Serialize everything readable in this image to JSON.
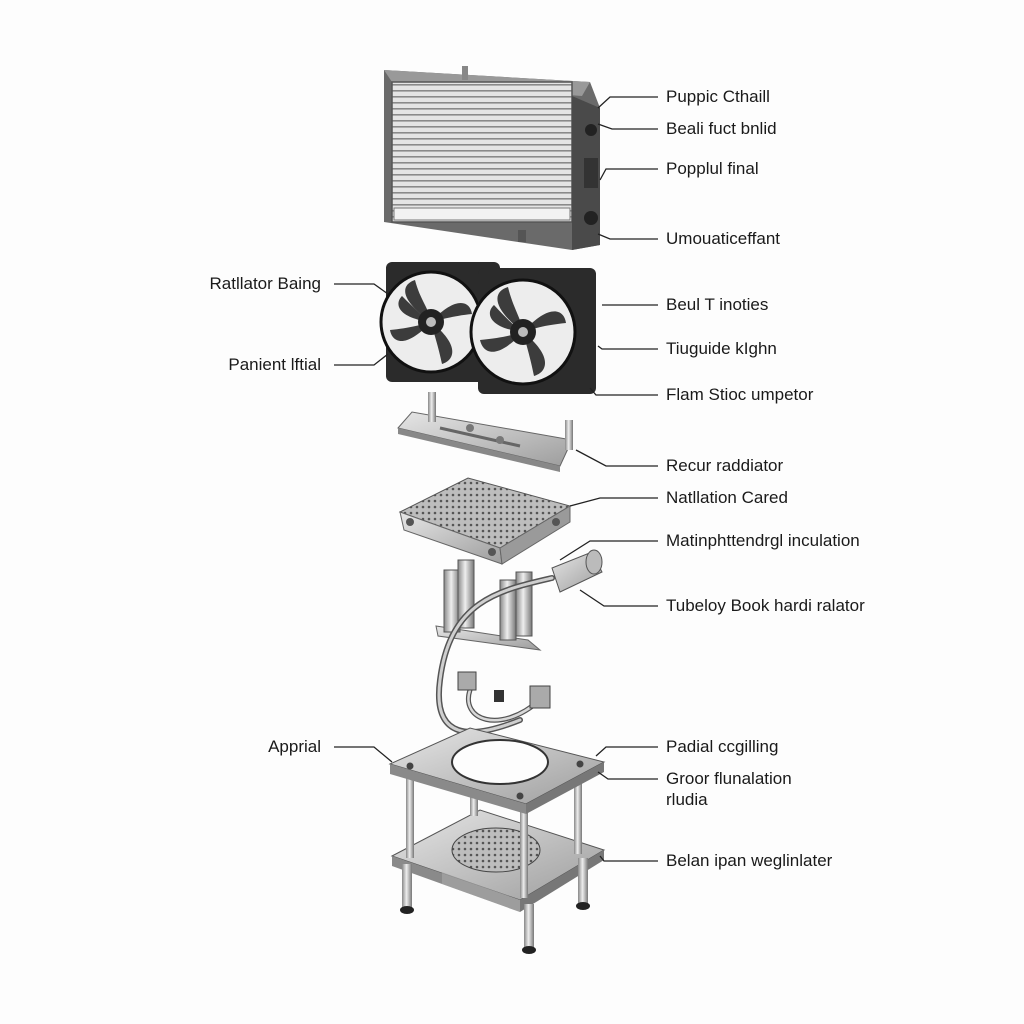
{
  "right_labels": [
    "Puppic Cthaill",
    "Beali fuct bnlid",
    "Popplul final",
    "Umouaticeffant",
    "Beul T inoties",
    "Tiuguide kIghn",
    "Flam Stioc umpetor",
    "Recur raddiator",
    "Natllation Cared",
    "Matinphttendrgl inculation",
    "Tubeloy Book hardi ralator",
    "Padial ccgilling",
    "Groor flunalation",
    "rludia",
    "Belan ipan weglinlater"
  ],
  "left_labels": [
    "Ratllator Baing",
    "Panient lftial",
    "Apprial"
  ],
  "colors": {
    "line": "#222222",
    "metal_light": "#d9d9d9",
    "metal_mid": "#9a9a9a",
    "metal_dark": "#3a3a3a",
    "fan_body": "#2b2b2b"
  }
}
